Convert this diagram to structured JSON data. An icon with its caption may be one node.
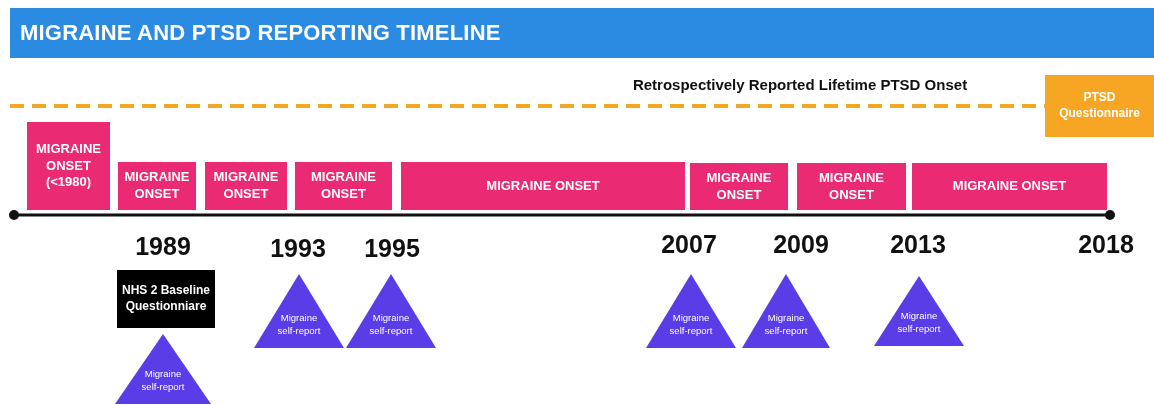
{
  "diagram": {
    "title": "MIGRAINE AND PTSD REPORTING TIMELINE",
    "nodes": [
      {
        "text": [
          "MIGRAINE ONSET (<1980)"
        ]
      },
      {
        "text": [
          "MIGRAINE ONSET"
        ]
      },
      {
        "text": [
          "MIGRAINE ONSET"
        ]
      },
      {
        "text": [
          "MIGRAINE ONSET"
        ]
      },
      {
        "text": [
          "MIGRAINE ONSET"
        ]
      },
      {
        "text": [
          "MIGRAINE ONSET"
        ]
      },
      {
        "text": [
          "MIGRAINE ONSET"
        ]
      },
      {
        "text": [
          "MIGRAINE ONSET"
        ]
      },
      {
        "text": [
          "PTSD Questionnaire"
        ]
      },
      {
        "text": [
          "NHS 2 Baseline Questionniare"
        ]
      },
      {
        "text": [
          "Migraine self-report"
        ]
      },
      {
        "text": [
          "Migraine self-report"
        ]
      },
      {
        "text": [
          "Migraine self-report"
        ]
      },
      {
        "text": [
          "Migraine self-report"
        ]
      },
      {
        "text": [
          "Migraine self-report"
        ]
      },
      {
        "text": [
          "Migraine self-report"
        ]
      }
    ],
    "edges": [
      {
        "from": null,
        "to": 8,
        "arrow": "none",
        "style": "dashed",
        "color": "#f5a623"
      }
    ],
    "labels": [
      "Retrospectively Reported Lifetime PTSD Onset",
      "1989",
      "1993",
      "1995",
      "2007",
      "2009",
      "2013",
      "2018"
    ]
  }
}
